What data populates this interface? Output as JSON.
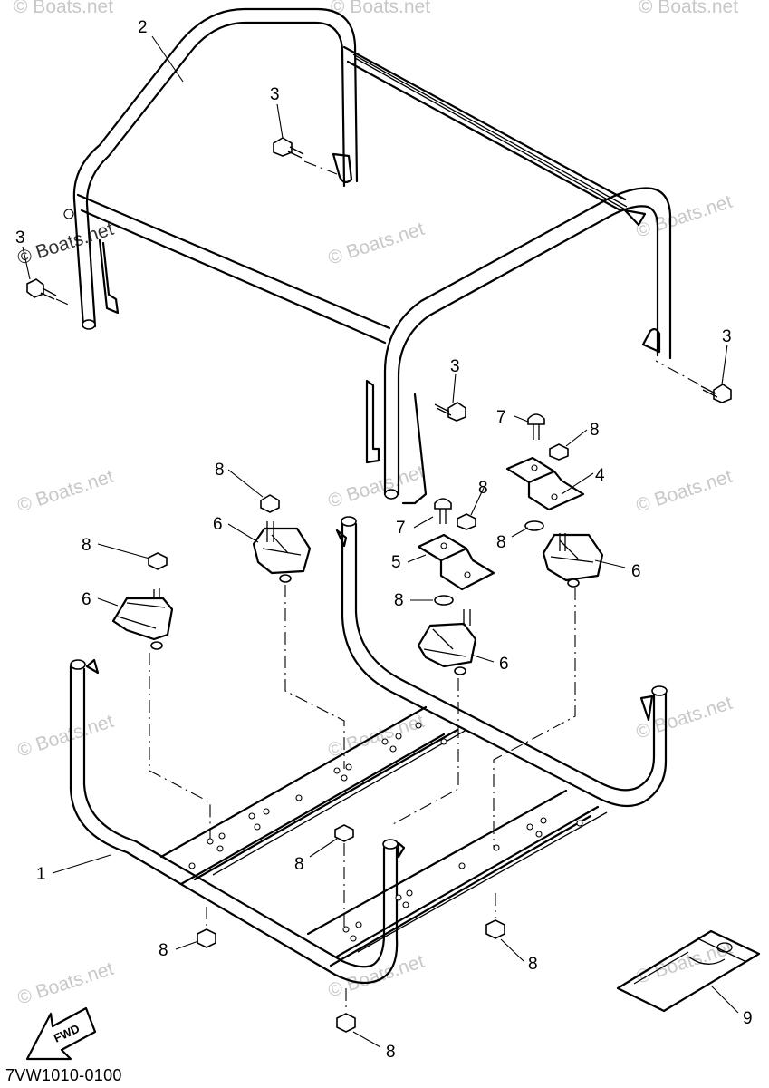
{
  "callouts": {
    "c1": "1",
    "c2": "2",
    "c3": "3",
    "c4": "4",
    "c5": "5",
    "c6": "6",
    "c7": "7",
    "c8": "8",
    "c9": "9"
  },
  "watermark": "© Boats.net",
  "direction_label": "FWD",
  "figure_code": "7VW1010-0100"
}
